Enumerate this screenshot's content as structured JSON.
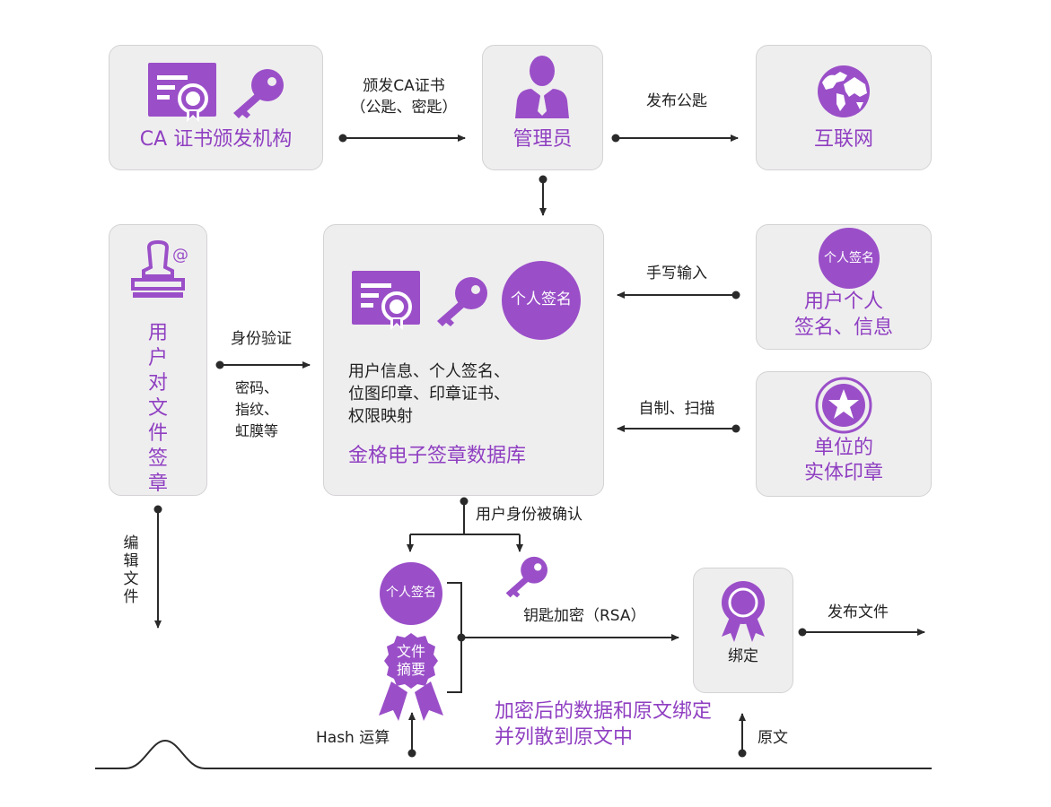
{
  "colors": {
    "accent": "#8f3fc1",
    "icon": "#9a4fc8",
    "box_bg": "#efeeef",
    "box_border": "#d4d2d4",
    "line": "#2a2a2a"
  },
  "nodes": {
    "ca": "CA 证书颁发机构",
    "admin": "管理员",
    "internet": "互联网",
    "user_sign": "用户对文件签章",
    "db_info_line1": "用户信息、个人签名、",
    "db_info_line2": "位图印章、印章证书、",
    "db_info_line3": "权限映射",
    "db_title": "金格电子签章数据库",
    "db_badge": "个人签名",
    "user_info_badge": "个人签名",
    "user_info_line1": "用户个人",
    "user_info_line2": "签名、信息",
    "seal_line1": "单位的",
    "seal_line2": "实体印章",
    "bind": "绑定",
    "sig_badge": "个人签名",
    "digest_line1": "文件",
    "digest_line2": "摘要"
  },
  "edges": {
    "issue_cert_line1": "颁发CA证书",
    "issue_cert_line2": "（公匙、密匙）",
    "publish_key": "发布公匙",
    "handwrite": "手写输入",
    "auth": "身份验证",
    "auth_methods_line1": "密码、",
    "auth_methods_line2": "指纹、",
    "auth_methods_line3": "虹膜等",
    "self_scan": "自制、扫描",
    "confirmed": "用户身份被确认",
    "encrypt": "钥匙加密（RSA）",
    "publish_file": "发布文件",
    "edit_file": "编辑文件",
    "hash": "Hash 运算",
    "original": "原文"
  },
  "note": {
    "line1": "加密后的数据和原文绑定",
    "line2": "并列散到原文中"
  },
  "icons": [
    "certificate-icon",
    "key-icon",
    "admin-person-icon",
    "globe-icon",
    "stamp-icon",
    "signature-badge-icon",
    "star-seal-icon",
    "award-ribbon-icon"
  ]
}
